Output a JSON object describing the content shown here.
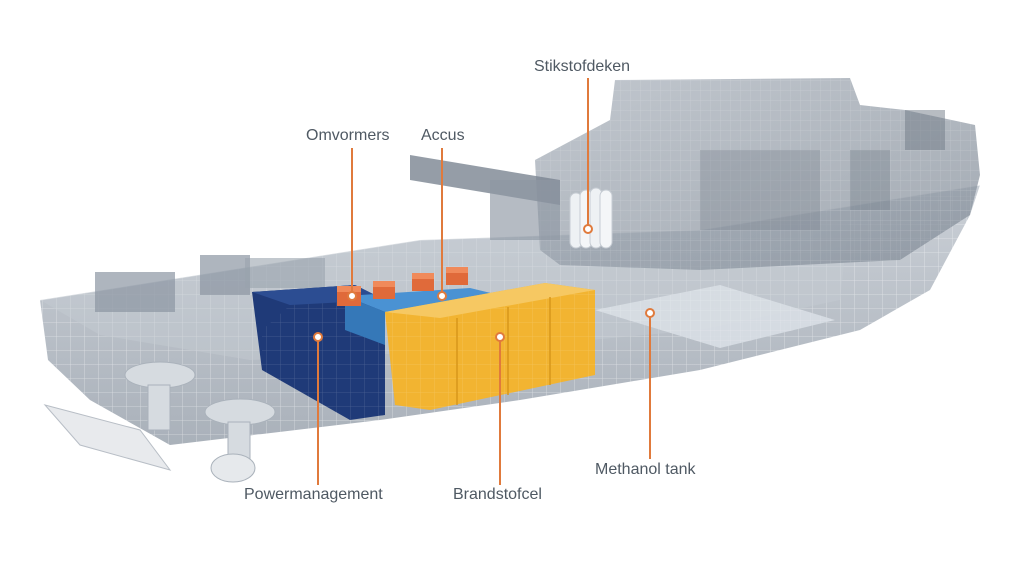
{
  "labels": {
    "stikstofdeken": "Stikstofdeken",
    "omvormers": "Omvormers",
    "accus": "Accus",
    "powermanagement": "Powermanagement",
    "brandstofcel": "Brandstofcel",
    "methanol_tank": "Methanol tank"
  },
  "colors": {
    "hull": "#9aa3ae",
    "hull_dark": "#7d8793",
    "callout": "#e07a3c",
    "fuel_cell": "#f2b431",
    "power_management": "#1f3a78",
    "batteries": "#3f86c9",
    "inverters": "#e06a3a",
    "nitrogen": "#eef1f4",
    "methanol_tank": "#cfd6dd",
    "label_text": "#4f5963"
  }
}
